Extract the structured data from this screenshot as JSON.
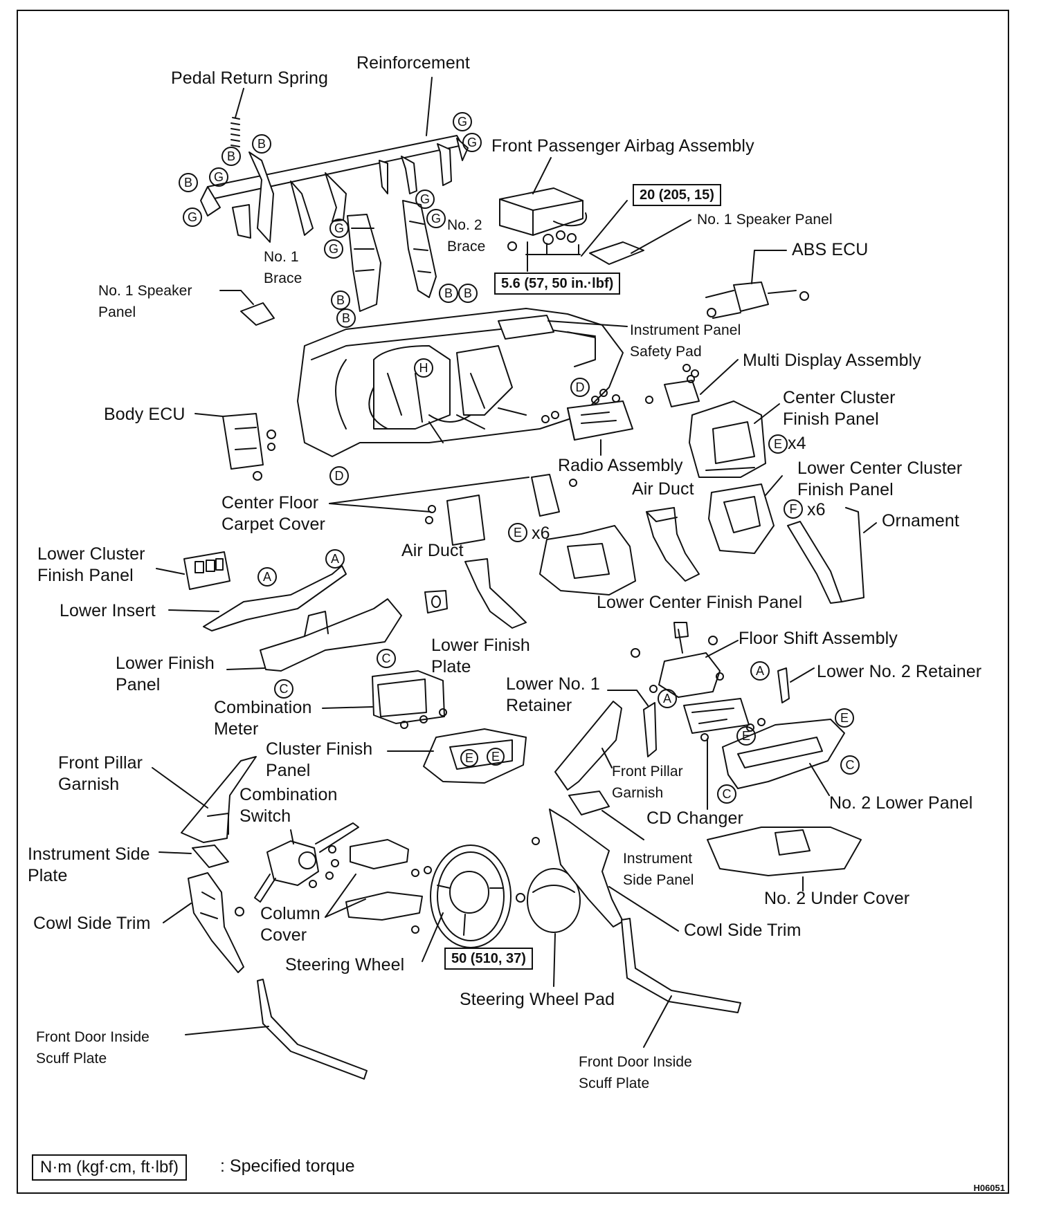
{
  "labels": {
    "pedal_return_spring": "Pedal Return Spring",
    "reinforcement": "Reinforcement",
    "front_passenger_airbag": "Front Passenger Airbag Assembly",
    "no1_speaker_panel_right": "No. 1 Speaker Panel",
    "abs_ecu": "ABS ECU",
    "no2_brace": "No. 2\nBrace",
    "no1_brace": "No. 1\nBrace",
    "no1_speaker_panel_left": "No. 1 Speaker\nPanel",
    "instrument_panel_safety_pad": "Instrument Panel\nSafety Pad",
    "multi_display_assembly": "Multi Display Assembly",
    "center_cluster_finish_panel": "Center Cluster\nFinish Panel",
    "body_ecu": "Body ECU",
    "radio_assembly": "Radio Assembly",
    "lower_center_cluster_finish_panel": "Lower Center Cluster\nFinish Panel",
    "air_duct_right": "Air Duct",
    "center_floor_carpet_cover": "Center Floor\nCarpet Cover",
    "ornament": "Ornament",
    "lower_cluster_finish_panel": "Lower Cluster\nFinish Panel",
    "air_duct_left": "Air Duct",
    "lower_insert": "Lower Insert",
    "lower_center_finish_panel": "Lower Center Finish Panel",
    "lower_finish_plate": "Lower Finish\nPlate",
    "floor_shift_assembly": "Floor Shift Assembly",
    "lower_finish_panel": "Lower Finish\nPanel",
    "lower_no2_retainer": "Lower No. 2 Retainer",
    "lower_no1_retainer": "Lower No. 1\nRetainer",
    "combination_meter": "Combination\nMeter",
    "cluster_finish_panel": "Cluster Finish\nPanel",
    "front_pillar_garnish_left": "Front Pillar\nGarnish",
    "front_pillar_garnish_right": "Front Pillar\nGarnish",
    "combination_switch": "Combination\nSwitch",
    "cd_changer": "CD Changer",
    "no2_lower_panel": "No. 2 Lower Panel",
    "instrument_side_plate": "Instrument Side\nPlate",
    "instrument_side_panel": "Instrument\nSide Panel",
    "no2_under_cover": "No. 2 Under Cover",
    "cowl_side_trim_left": "Cowl Side Trim",
    "column_cover": "Column\nCover",
    "cowl_side_trim_right": "Cowl Side Trim",
    "steering_wheel": "Steering Wheel",
    "steering_wheel_pad": "Steering Wheel Pad",
    "front_door_inside_scuff_plate_left": "Front Door Inside\nScuff Plate",
    "front_door_inside_scuff_plate_right": "Front Door Inside\nScuff Plate"
  },
  "counts": {
    "e_x4": "x4",
    "f_x6": "x6",
    "e_x6": "x6"
  },
  "torque_specs": {
    "airbag_bolt": "20 (205, 15)",
    "airbag_nut": "5.6 (57, 50 in.·lbf)",
    "steering_wheel_nut": "50 (510, 37)"
  },
  "legend": {
    "unit_box": "N·m (kgf·cm, ft·lbf)",
    "text": ": Specified torque"
  },
  "figure_code": "H06051",
  "clip_markers": [
    "G",
    "G",
    "B",
    "B",
    "B",
    "G",
    "G",
    "G",
    "G",
    "G",
    "B",
    "B",
    "B",
    "B",
    "H",
    "D",
    "D",
    "E",
    "F",
    "E",
    "A",
    "A",
    "C",
    "C",
    "A",
    "A",
    "E",
    "E",
    "C",
    "C",
    "E",
    "E"
  ],
  "colors": {
    "ink": "#111111",
    "paper": "#ffffff",
    "shade": "#9a9a9a"
  }
}
